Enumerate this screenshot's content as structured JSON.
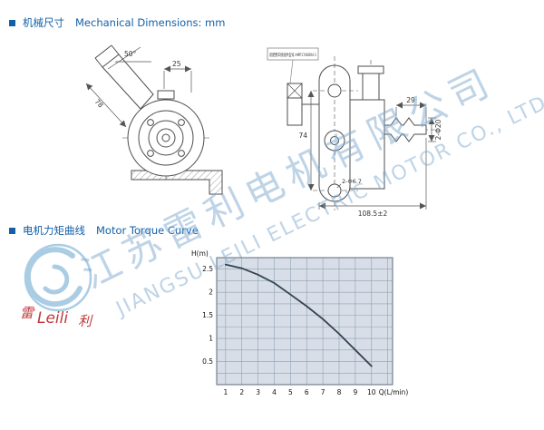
{
  "page": {
    "section1_zh": "机械尺寸",
    "section1_en": "Mechanical Dimensions: mm",
    "section2_zh": "电机力矩曲线",
    "section2_en": "Motor Torque Curve"
  },
  "drawing": {
    "connector_label": "适配整车接插件型号:AMP1746894-1",
    "dim_angle_50": "50°",
    "dim_25": "25",
    "dim_78": "78",
    "dim_74": "74",
    "dim_29": "29",
    "dim_2x_d20": "2-Φ20",
    "dim_2x_d67": "2-Φ6.7",
    "dim_overall": "108.5±2"
  },
  "chart_data": {
    "type": "line",
    "title": "",
    "xlabel": "Q(L/min)",
    "ylabel": "H(m)",
    "x": [
      1,
      2,
      3,
      4,
      5,
      6,
      7,
      8,
      9,
      10
    ],
    "values": [
      2.6,
      2.52,
      2.38,
      2.2,
      1.95,
      1.7,
      1.42,
      1.1,
      0.75,
      0.4
    ],
    "x_ticks": [
      "1",
      "2",
      "3",
      "4",
      "5",
      "6",
      "7",
      "8",
      "9",
      "10"
    ],
    "y_ticks": [
      "0.5",
      "1",
      "1.5",
      "2",
      "2.5"
    ],
    "xlim": [
      0.45,
      11.3
    ],
    "ylim": [
      0,
      2.75
    ],
    "grid": true,
    "grid_x": [
      1,
      2,
      3,
      4,
      5,
      6,
      7,
      8,
      9,
      10,
      11
    ],
    "grid_step_y": 0.25,
    "legend_position": "none",
    "colors": {
      "plot_bg": "#d8dee7",
      "grid": "#8fa0b2",
      "border": "#5d6b7a",
      "line": "#33434f"
    }
  },
  "watermark": {
    "zh": "江苏雷利电机有限公司",
    "en": "JIANGSU LEILI ELECTRIC MOTOR CO., LTD.",
    "logo": {
      "zh_left": "雷",
      "script": "Leili",
      "zh_right": "利"
    }
  }
}
